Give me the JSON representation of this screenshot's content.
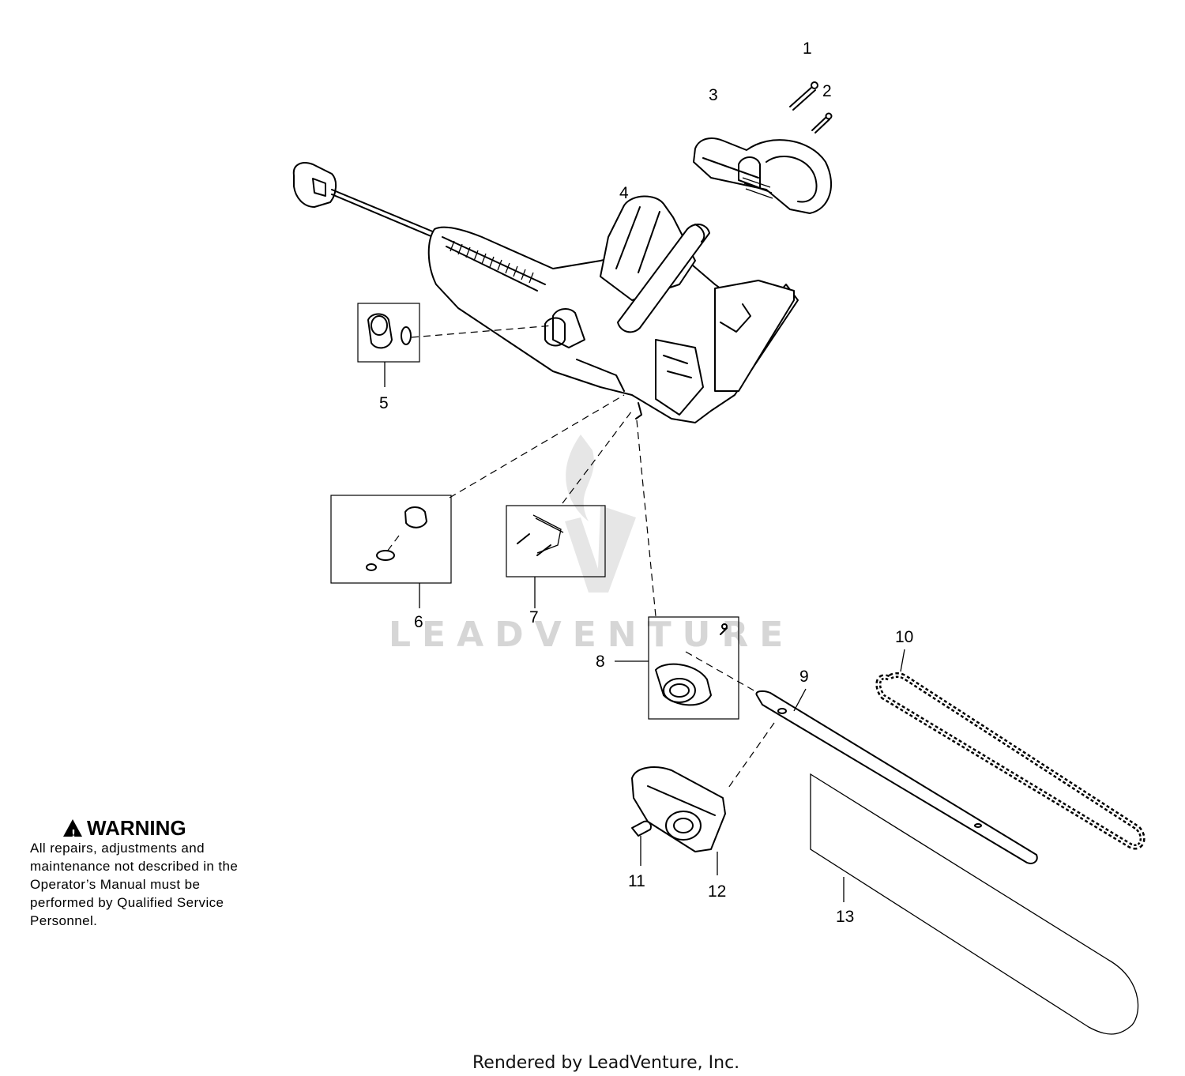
{
  "callouts": {
    "n1": "1",
    "n2": "2",
    "n3": "3",
    "n4": "4",
    "n5": "5",
    "n6": "6",
    "n7": "7",
    "n8": "8",
    "n9": "9",
    "n10": "10",
    "n11": "11",
    "n12": "12",
    "n13": "13"
  },
  "warning": {
    "title": "WARNING",
    "text": "All repairs, adjustments and maintenance not described in the Operator’s Manual must be performed by Qualified Service Personnel."
  },
  "watermark": "LEADVENTURE",
  "footer": "Rendered by LeadVenture, Inc."
}
